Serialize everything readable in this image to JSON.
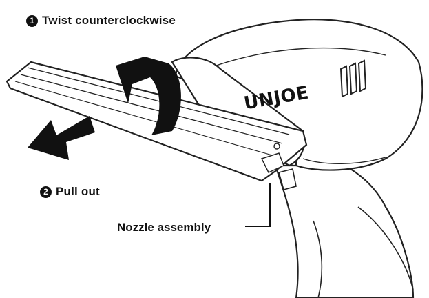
{
  "steps": [
    {
      "number": "1",
      "label": "Twist counterclockwise"
    },
    {
      "number": "2",
      "label": "Pull out"
    }
  ],
  "callout": {
    "label": "Nozzle assembly"
  },
  "brand": {
    "text": "UNJOE"
  },
  "colors": {
    "ink": "#111111",
    "body": "#ffffff",
    "arrow": "#111111"
  },
  "icons": {
    "step_badge": "filled-circle-number",
    "twist": "curved-arrow-icon",
    "pull": "straight-arrow-icon"
  }
}
